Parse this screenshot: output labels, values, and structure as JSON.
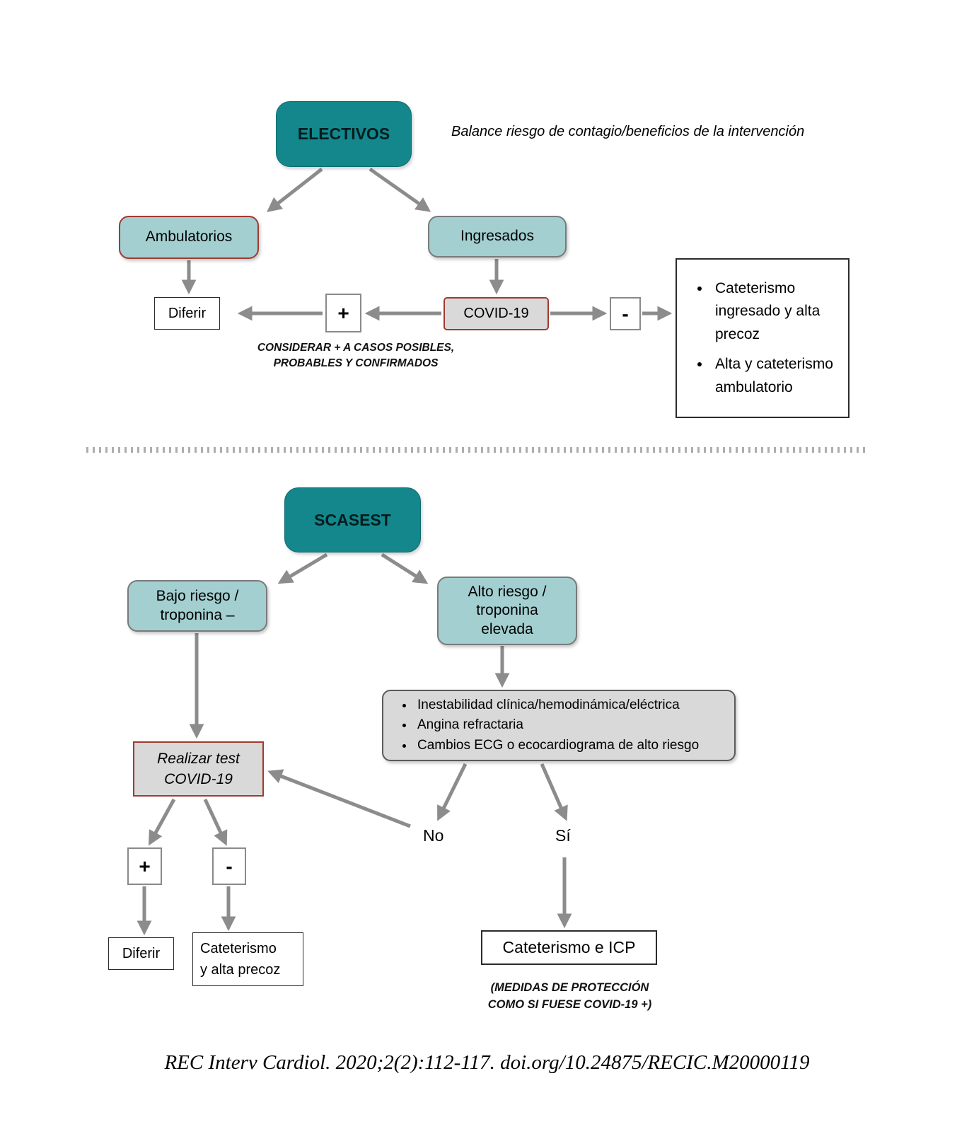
{
  "colors": {
    "teal": "#13878c",
    "light_teal": "#a3cfd0",
    "gray_fill": "#d9d9d9",
    "red_border": "#a03a30",
    "arrow_gray": "#8c8c8c"
  },
  "top": {
    "root": "ELECTIVOS",
    "note": "Balance riesgo de contagio/beneficios de la intervención",
    "ambulatorios": "Ambulatorios",
    "ingresados": "Ingresados",
    "diferir": "Diferir",
    "covid": "COVID-19",
    "plus": "+",
    "minus": "-",
    "consider_note": [
      "CONSIDERAR + A CASOS POSIBLES,",
      "PROBABLES Y CONFIRMADOS"
    ],
    "outcomes": [
      "Cateterismo ingresado y alta precoz",
      "Alta y cateterismo ambulatorio"
    ]
  },
  "bottom": {
    "root": "SCASEST",
    "low_risk": [
      "Bajo riesgo /",
      "troponina –"
    ],
    "high_risk": [
      "Alto riesgo /",
      "troponina",
      "elevada"
    ],
    "criteria": [
      "Inestabilidad clínica/hemodinámica/eléctrica",
      "Angina refractaria",
      "Cambios ECG o ecocardiograma de alto riesgo"
    ],
    "test": [
      "Realizar test",
      "COVID-19"
    ],
    "no_label": "No",
    "yes_label": "Sí",
    "plus": "+",
    "minus": "-",
    "diferir": "Diferir",
    "cath_discharge": [
      "Cateterismo",
      "y alta precoz"
    ],
    "cath_icp": "Cateterismo e ICP",
    "protection_note": [
      "(MEDIDAS DE PROTECCIÓN",
      "COMO SI FUESE COVID-19 +)"
    ]
  },
  "footer": "REC Interv Cardiol. 2020;2(2):112-117. doi.org/10.24875/RECIC.M20000119"
}
